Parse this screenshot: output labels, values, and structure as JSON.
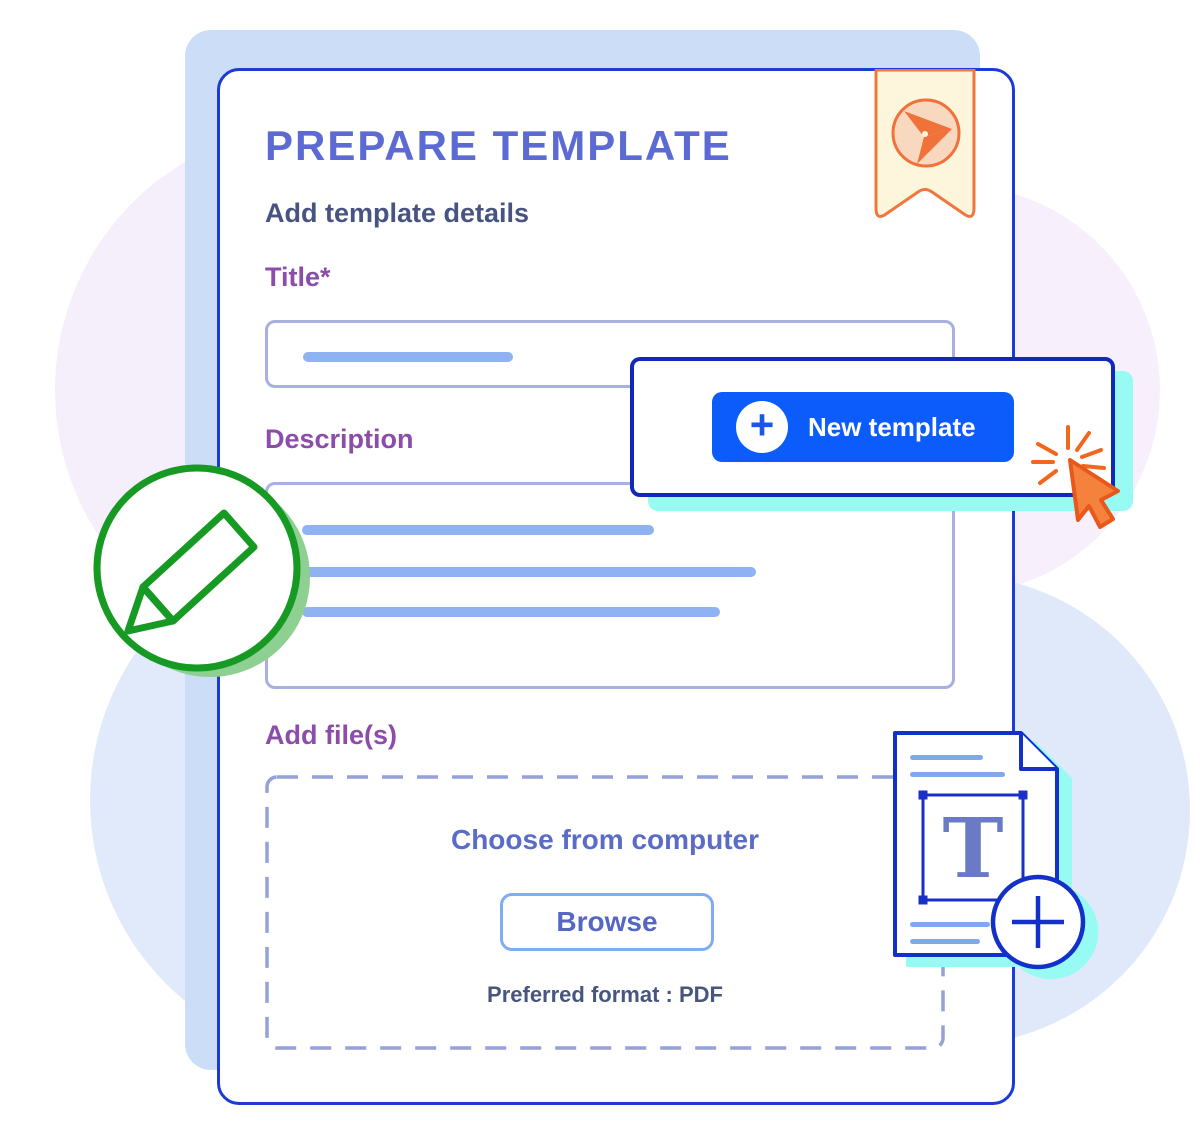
{
  "header": {
    "title": "PREPARE TEMPLATE",
    "subtitle": "Add template details"
  },
  "form": {
    "title_label": "Title*",
    "description_label": "Description",
    "add_files_label": "Add file(s)"
  },
  "dropzone": {
    "heading": "Choose from computer",
    "browse_label": "Browse",
    "format_note": "Preferred format : PDF"
  },
  "popup": {
    "button_label": "New template",
    "plus_glyph": "+"
  },
  "file_icon": {
    "letter": "T"
  },
  "icons": {
    "bookmark": "bookmark-ribbon-icon",
    "send": "send-arrow-icon",
    "pencil": "pencil-icon",
    "cursor": "cursor-click-icon",
    "document": "text-file-icon",
    "plus": "plus-circle-icon"
  },
  "colors": {
    "card_border": "#1b3ad6",
    "back_card": "#ccddf8",
    "accent_purple": "#8b4da9",
    "heading_blue": "#5c6ad3",
    "primary_button_blue": "#0b5cfb",
    "popup_border": "#1228b8",
    "cyan_shadow": "#97fbf3",
    "skeleton_blue": "#8fb2f2",
    "field_border": "#a9afe0",
    "dashed_border": "#96a1d8",
    "orange": "#f0713a",
    "green": "#179a23",
    "ribbon_fill": "#fdf6dc"
  }
}
